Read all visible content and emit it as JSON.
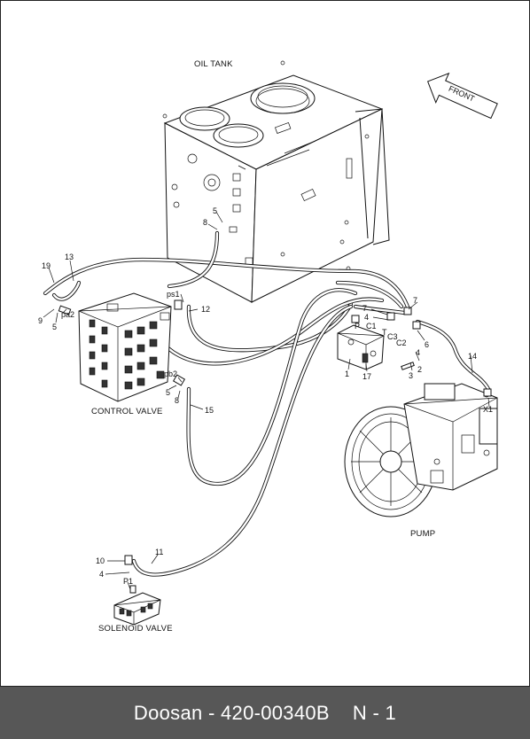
{
  "diagram": {
    "captions": {
      "oil_tank": "OIL TANK",
      "front": "FRONT",
      "control_valve": "CONTROL VALVE",
      "pump": "PUMP",
      "solenoid_valve": "SOLENOID VALVE"
    },
    "callouts": {
      "c1": "1",
      "c2": "2",
      "c3": "3",
      "c4a": "4",
      "c4b": "4",
      "c4c": "4",
      "c5a": "5",
      "c5b": "5",
      "c5c": "5",
      "c6": "6",
      "c7a": "7",
      "c7b": "7",
      "c8a": "8",
      "c8b": "8",
      "c9": "9",
      "c10": "10",
      "c11": "11",
      "c12": "12",
      "c13": "13",
      "c14": "14",
      "c15": "15",
      "c17": "17",
      "c19": "19"
    },
    "ports": {
      "ps1": "ps1",
      "pa2": "pa2",
      "pb2": "pb2",
      "p": "P",
      "t": "T",
      "c1": "C1",
      "c2": "C2",
      "c3": "C3",
      "x1": "X1",
      "p1": "P1"
    }
  },
  "footer": {
    "brand": "Doosan - 420-00340B",
    "page": "N - 1"
  }
}
